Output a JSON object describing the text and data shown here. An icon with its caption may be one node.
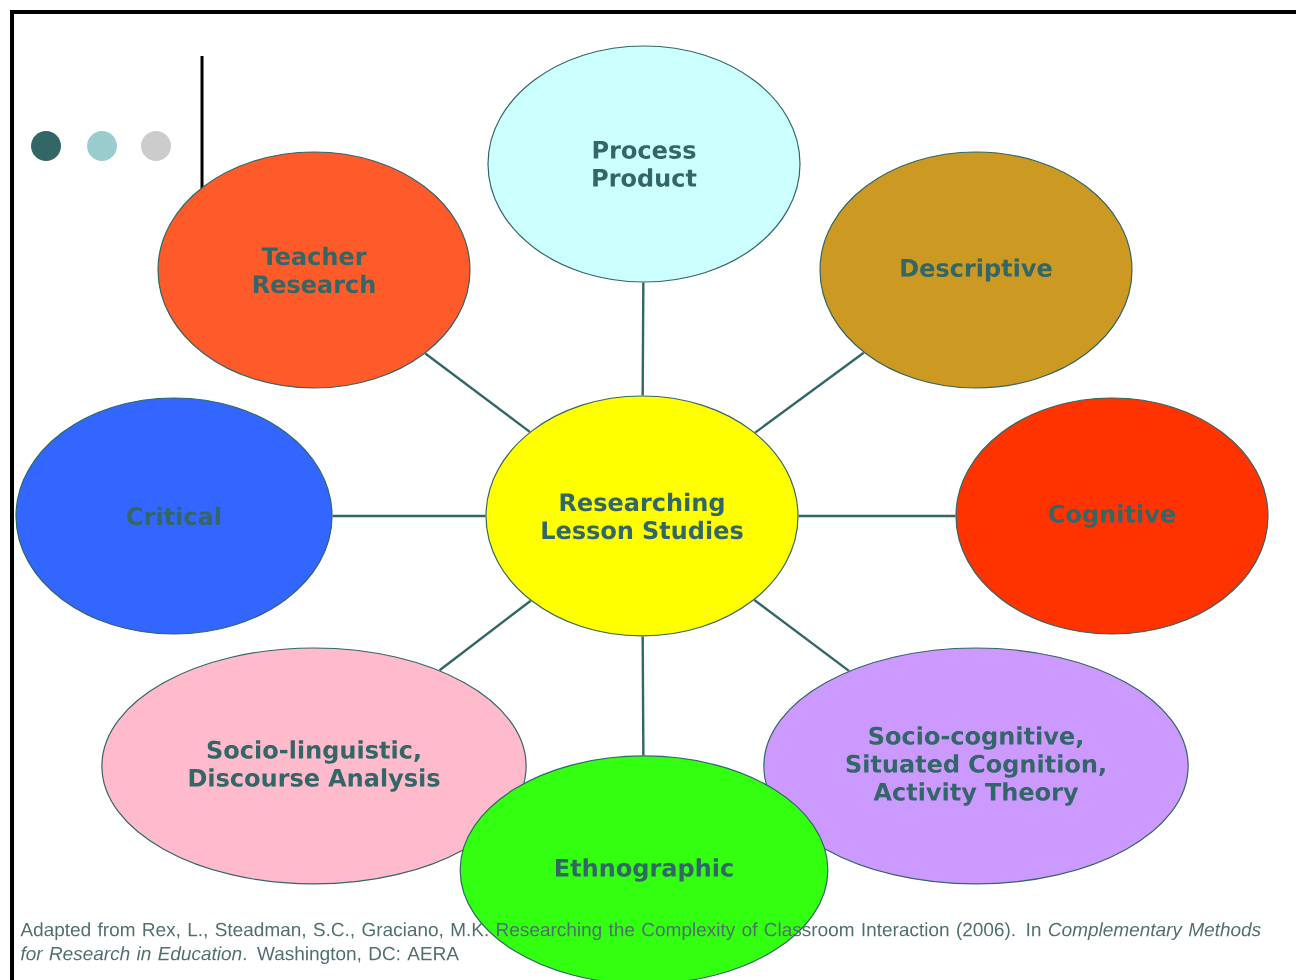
{
  "diagram": {
    "caption": "Adapted from Rex, L., Steadman, S.C., Graciano, M.K. Researching the Complexity of Classroom Interaction (2006). In *Complementary Methods for Research in Education*. Washington, DC: AERA",
    "nodes": [
      {
        "text": [
          "Process Product"
        ]
      },
      {
        "text": [
          "Teacher Research"
        ]
      },
      {
        "text": [
          "Descriptive"
        ]
      },
      {
        "text": [
          "Critical"
        ]
      },
      {
        "text": [
          "Researching Lesson Studies"
        ]
      },
      {
        "text": [
          "Cognitive"
        ]
      },
      {
        "text": [
          "Socio-linguistic, Discourse Analysis"
        ]
      },
      {
        "text": [
          "Socio-cognitive, Situated Cognition, Activity Theory"
        ]
      },
      {
        "text": [
          "Ethnographic"
        ]
      }
    ],
    "edges": [
      {
        "from": 4,
        "to": 0,
        "arrow": "none"
      },
      {
        "from": 4,
        "to": 1,
        "arrow": "none"
      },
      {
        "from": 4,
        "to": 2,
        "arrow": "none"
      },
      {
        "from": 4,
        "to": 3,
        "arrow": "none"
      },
      {
        "from": 4,
        "to": 5,
        "arrow": "none"
      },
      {
        "from": 4,
        "to": 6,
        "arrow": "none"
      },
      {
        "from": 4,
        "to": 7,
        "arrow": "none"
      },
      {
        "from": 4,
        "to": 8,
        "arrow": "none"
      }
    ]
  }
}
